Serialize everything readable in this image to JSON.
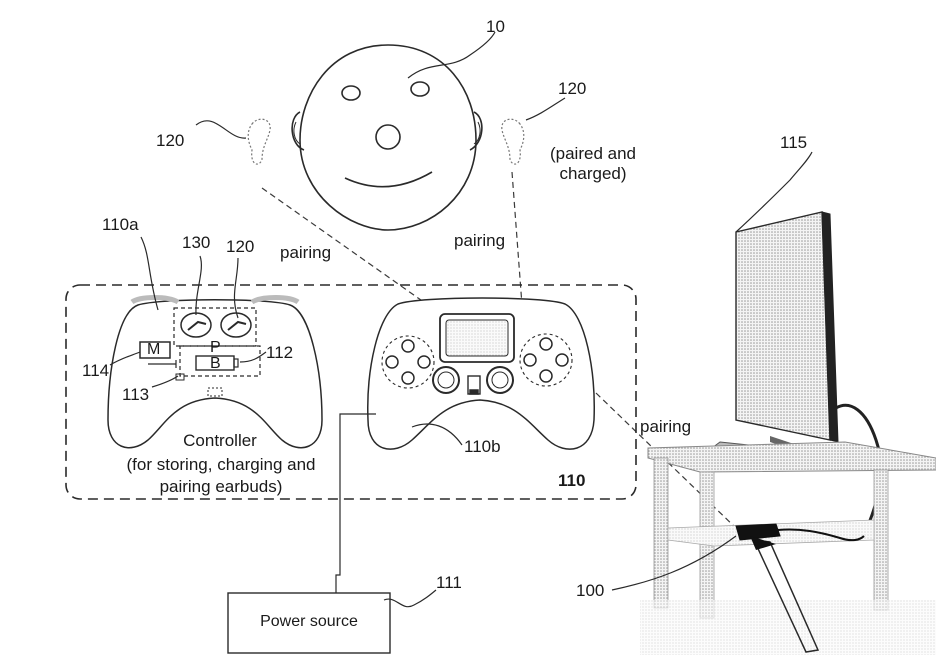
{
  "refs": {
    "user": "10",
    "earbud_left": "120",
    "earbud_right": "120",
    "earbud_status": "(paired and charged)",
    "display": "115",
    "controller_open": "110a",
    "recess": "130",
    "earbud_stored": "120",
    "microphone_box": "M",
    "module_p": "P",
    "module_b": "B",
    "ref_114": "114",
    "ref_113": "113",
    "ref_112": "112",
    "controller_closed": "110b",
    "system": "110",
    "power_ref": "111",
    "console_ref": "100"
  },
  "labels": {
    "pairing_left": "pairing",
    "pairing_right": "pairing",
    "pairing_tv": "pairing",
    "controller_caption_title": "Controller",
    "controller_caption_line1": "(for storing, charging and",
    "controller_caption_line2": "pairing earbuds)",
    "power_source": "Power source"
  },
  "colors": {
    "line": "#2a2a2a",
    "dash": "#3a3a3a",
    "screen_fill": "#d8d8d8",
    "table_fill": "#e4e4e4",
    "console_fill": "#111111"
  }
}
